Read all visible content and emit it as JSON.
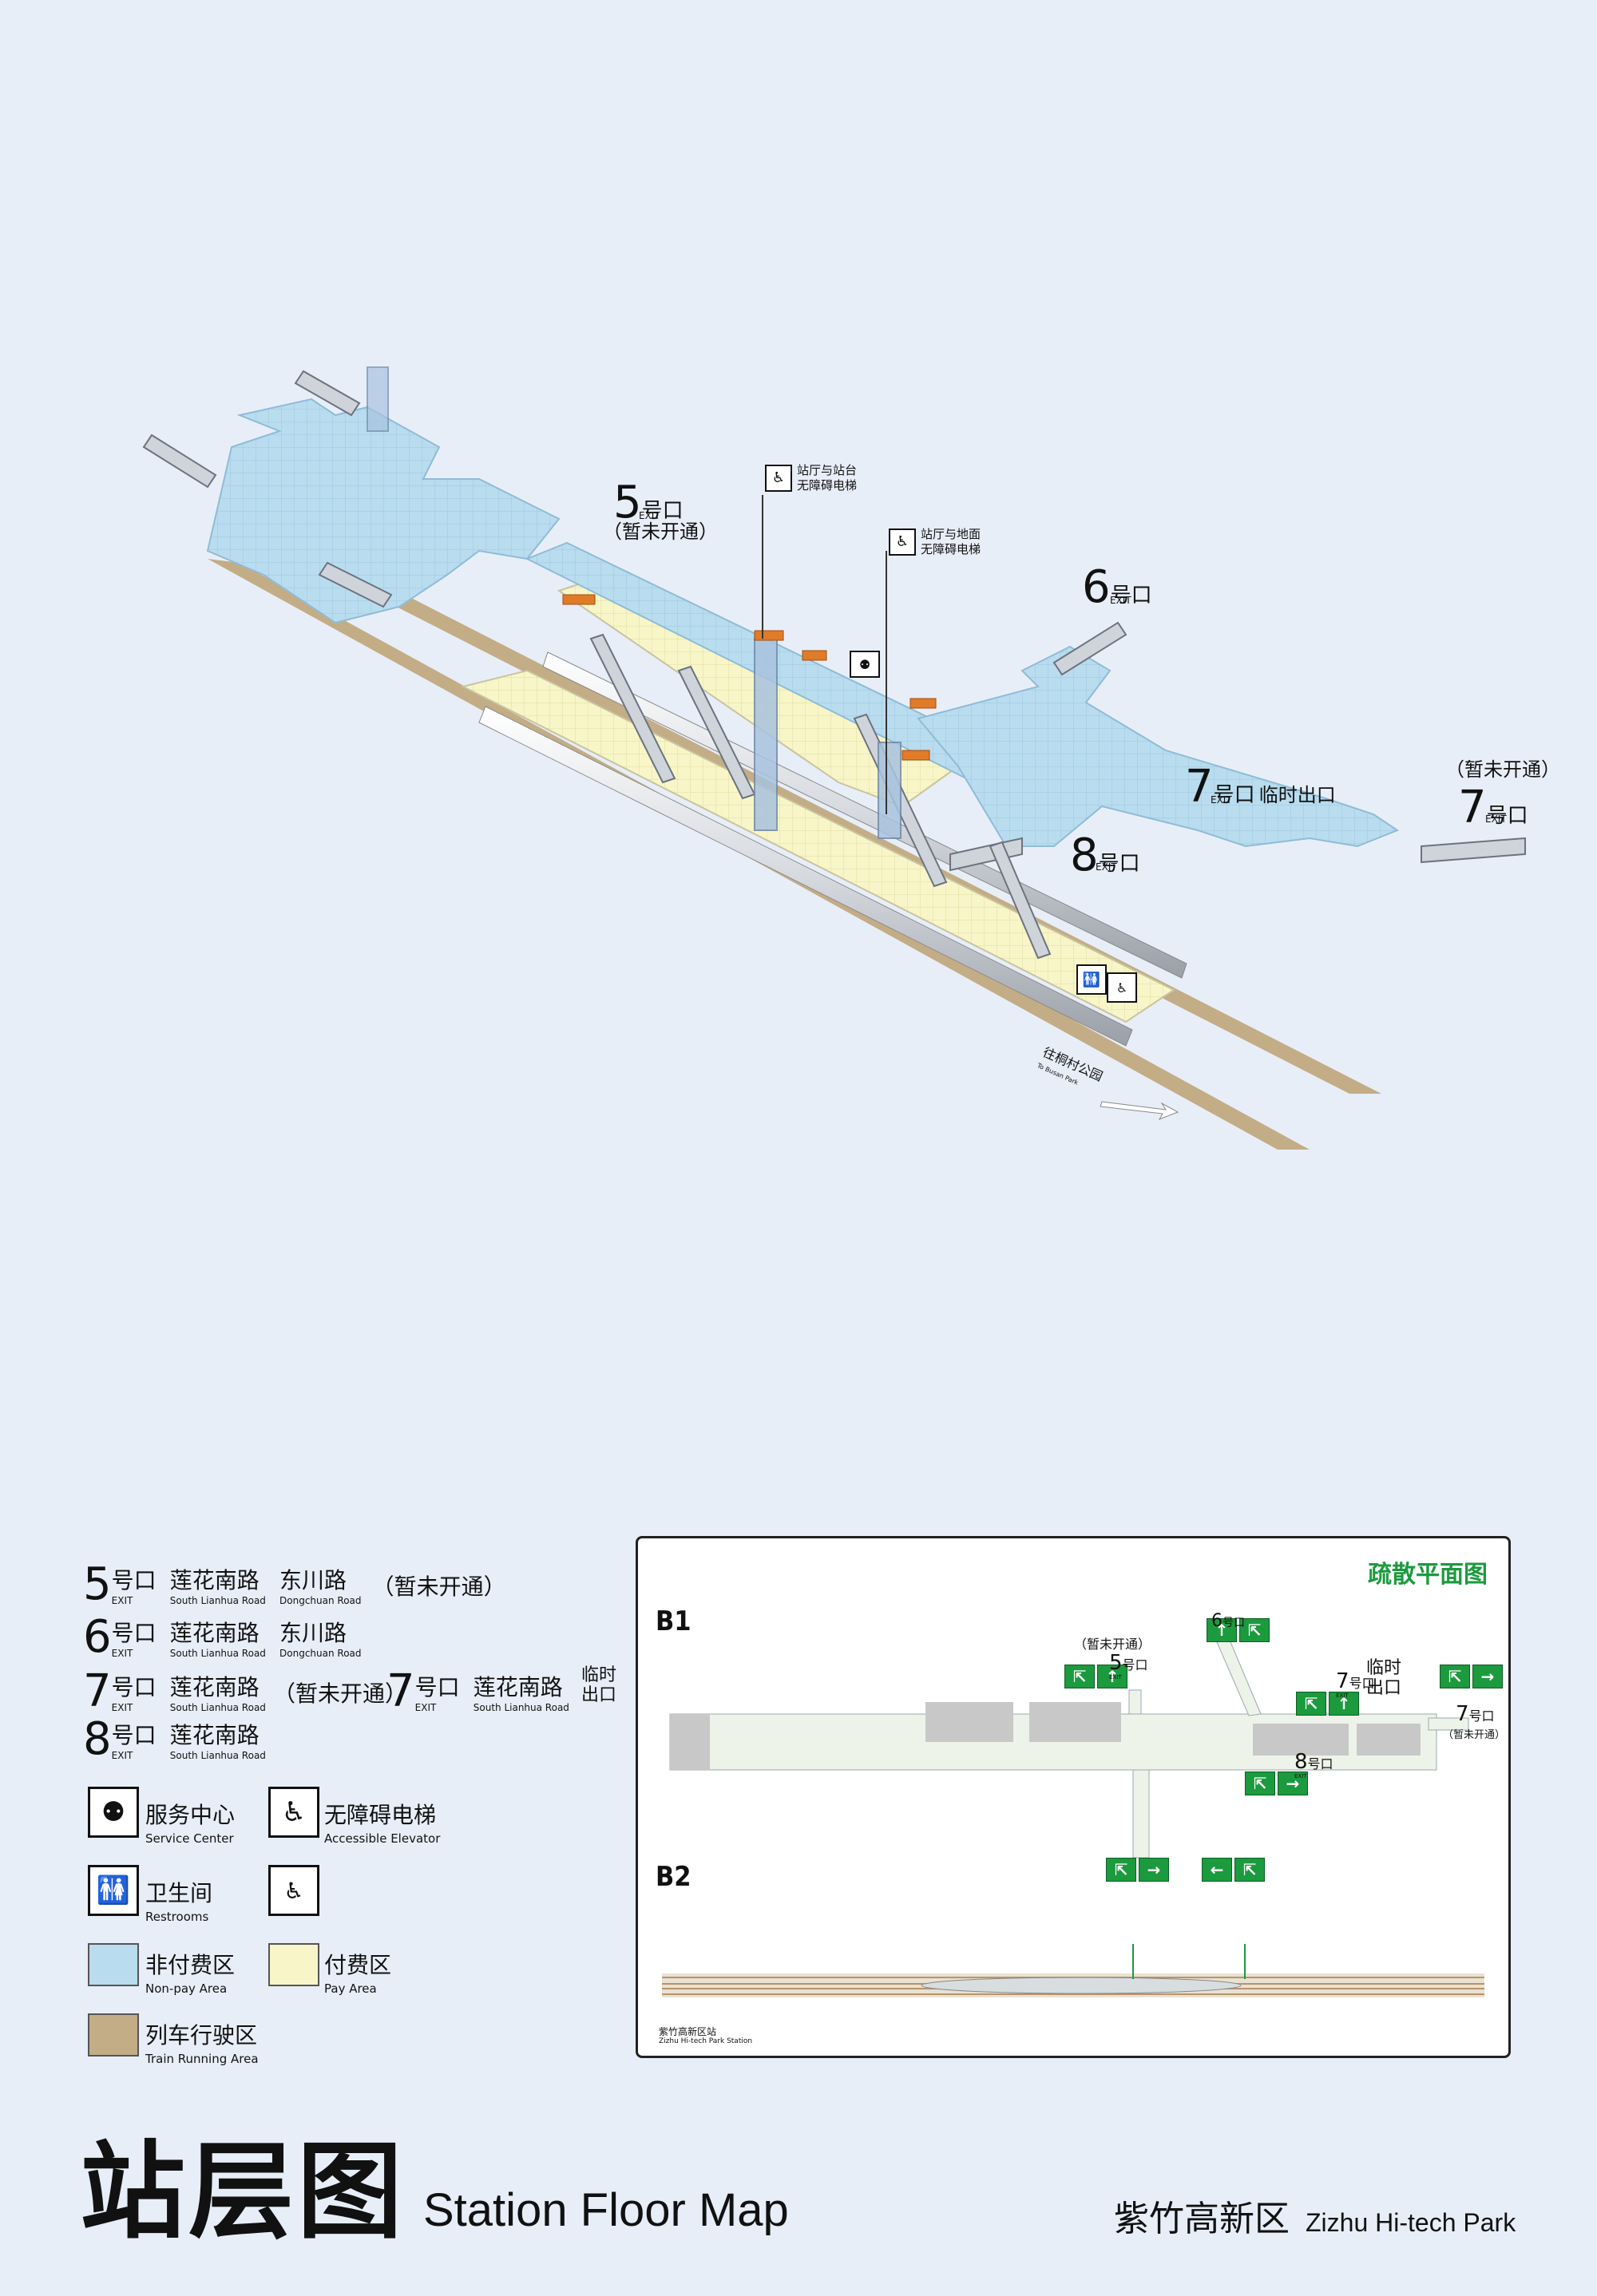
{
  "colors": {
    "background": "#e8eef8",
    "non_pay_area": "#b9dcef",
    "pay_area": "#f8f6c8",
    "train_running_area": "#c3ad86",
    "evacuation_green": "#1c9a3e"
  },
  "map3d": {
    "exit5": {
      "num": "5",
      "hao": "号口",
      "exit_en": "EXIT",
      "note": "（暂未开通）"
    },
    "exit6": {
      "num": "6",
      "hao": "号口",
      "exit_en": "EXIT"
    },
    "exit7a": {
      "num": "7",
      "hao": "号口",
      "exit_en": "EXIT",
      "note": "临时出口"
    },
    "exit7b": {
      "num": "7",
      "hao": "号口",
      "exit_en": "EXIT",
      "note": "（暂未开通）"
    },
    "exit8": {
      "num": "8",
      "hao": "号口",
      "exit_en": "EXIT"
    },
    "elevator1": {
      "line1": "站厅与站台",
      "line2": "无障碍电梯"
    },
    "elevator2": {
      "line1": "站厅与地面",
      "line2": "无障碍电梯"
    },
    "direction": {
      "cn": "往桐村公园",
      "en": "To Busan Park"
    }
  },
  "exits": [
    {
      "num": "5",
      "hao": "号口",
      "exit_en": "EXIT",
      "road1_cn": "莲花南路",
      "road1_en": "South Lianhua Road",
      "road2_cn": "东川路",
      "road2_en": "Dongchuan Road",
      "note": "（暂未开通）"
    },
    {
      "num": "6",
      "hao": "号口",
      "exit_en": "EXIT",
      "road1_cn": "莲花南路",
      "road1_en": "South Lianhua Road",
      "road2_cn": "东川路",
      "road2_en": "Dongchuan Road"
    },
    {
      "num": "7",
      "hao": "号口",
      "exit_en": "EXIT",
      "road1_cn": "莲花南路",
      "road1_en": "South Lianhua Road",
      "note": "（暂未开通）"
    },
    {
      "num": "7",
      "hao": "号口",
      "exit_en": "EXIT",
      "road1_cn": "莲花南路",
      "road1_en": "South Lianhua Road",
      "note_l1": "临时",
      "note_l2": "出口"
    },
    {
      "num": "8",
      "hao": "号口",
      "exit_en": "EXIT",
      "road1_cn": "莲花南路",
      "road1_en": "South Lianhua Road"
    }
  ],
  "legend": {
    "service_center": {
      "cn": "服务中心",
      "en": "Service Center",
      "icon": "service-center-icon"
    },
    "accessible_elevator": {
      "cn": "无障碍电梯",
      "en": "Accessible Elevator",
      "icon": "accessible-elevator-icon"
    },
    "restrooms": {
      "cn": "卫生间",
      "en": "Restrooms",
      "icon": "restroom-icon"
    },
    "family_restroom": {
      "icon": "family-restroom-icon"
    },
    "non_pay": {
      "cn": "非付费区",
      "en": "Non-pay Area"
    },
    "pay": {
      "cn": "付费区",
      "en": "Pay Area"
    },
    "train": {
      "cn": "列车行驶区",
      "en": "Train Running Area"
    }
  },
  "evacuation": {
    "title": "疏散平面图",
    "b1": "B1",
    "b2": "B2",
    "station_cn": "紫竹高新区站",
    "station_en": "Zizhu Hi-tech Park Station",
    "labels": {
      "e5_note": "（暂未开通）",
      "e5_num": "5",
      "e5_hao": "号口",
      "e6_num": "6",
      "e6_hao": "号口",
      "e7a_num": "7",
      "e7a_hao": "号口",
      "e7a_note1": "临时",
      "e7a_note2": "出口",
      "e7b_num": "7",
      "e7b_hao": "号口",
      "e7b_note": "（暂未开通）",
      "e8_num": "8",
      "e8_hao": "号口",
      "exit_en": "EXIT"
    }
  },
  "title": {
    "cn": "站层图",
    "en": "Station Floor Map"
  },
  "station": {
    "cn": "紫竹高新区",
    "en": "Zizhu Hi-tech Park"
  }
}
